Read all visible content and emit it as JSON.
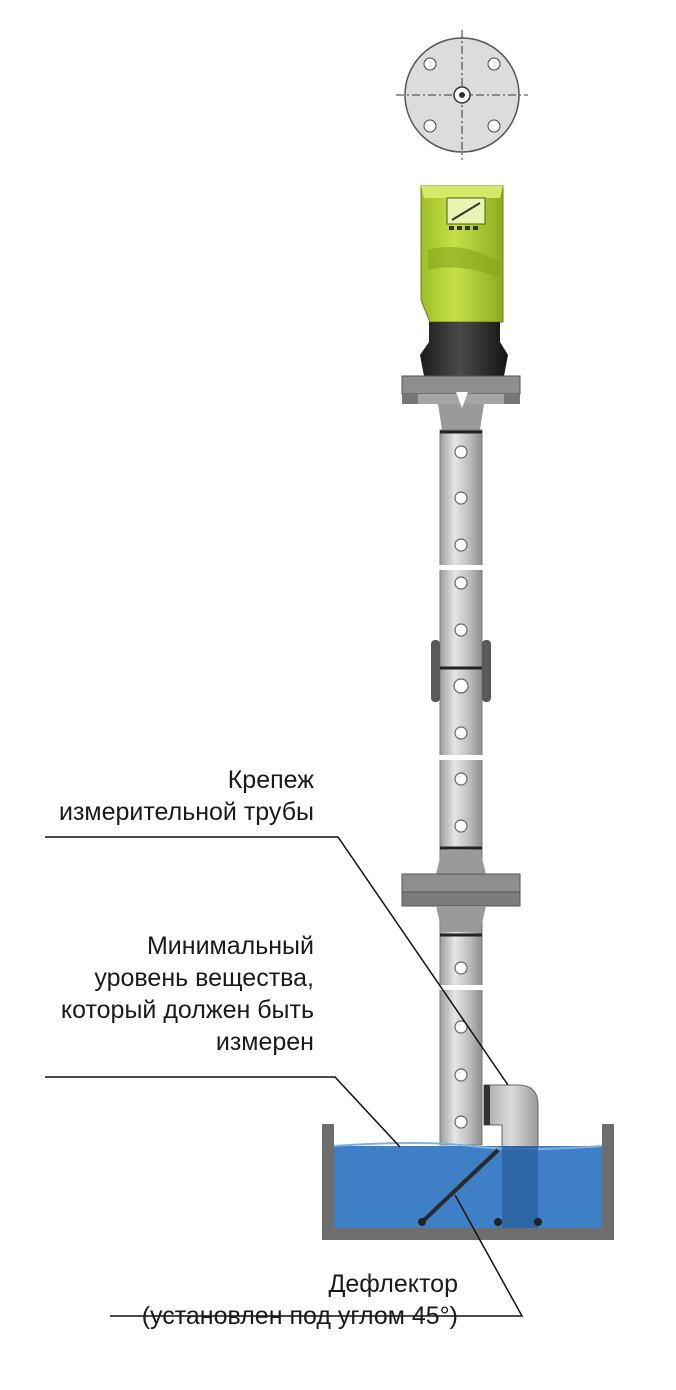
{
  "labels": {
    "pipe_mount": [
      "Крепеж",
      "измерительной трубы"
    ],
    "min_level": [
      "Минимальный",
      "уровень вещества,",
      "который должен быть",
      "измерен"
    ],
    "deflector": [
      "Дефлектор",
      "(установлен под углом 45°)"
    ]
  },
  "colors": {
    "sensor_housing": "#b6d33a",
    "pipe": "#c9c9c9",
    "flange": "#8a8a8a",
    "liquid": "#3f7fc6",
    "tank_wall": "#6e6e6e"
  }
}
